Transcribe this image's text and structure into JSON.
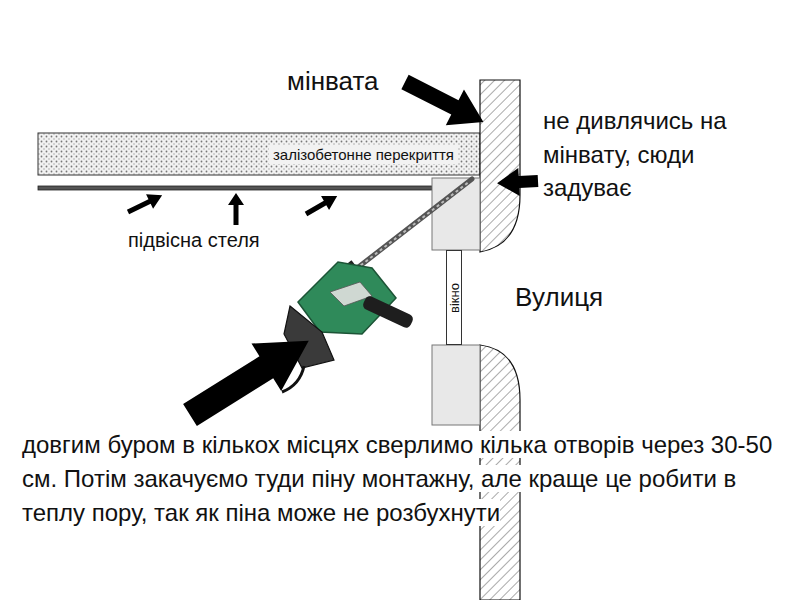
{
  "diagram": {
    "nodes": [
      {
        "text": [
          "залізобетонне перекриття"
        ]
      },
      {
        "text": [
          "вікно"
        ]
      }
    ],
    "labels": [
      "мінвата",
      "не дивлячись на мінвату, сюди задуває",
      "підвісна стеля",
      "Вулиця",
      "довгим буром в кількох місцях сверлимо кілька отворів через 30-50 см. Потім закачуємо туди піну монтажну, але краще це робити в теплу пору, так як піна може не розбухнути"
    ]
  }
}
